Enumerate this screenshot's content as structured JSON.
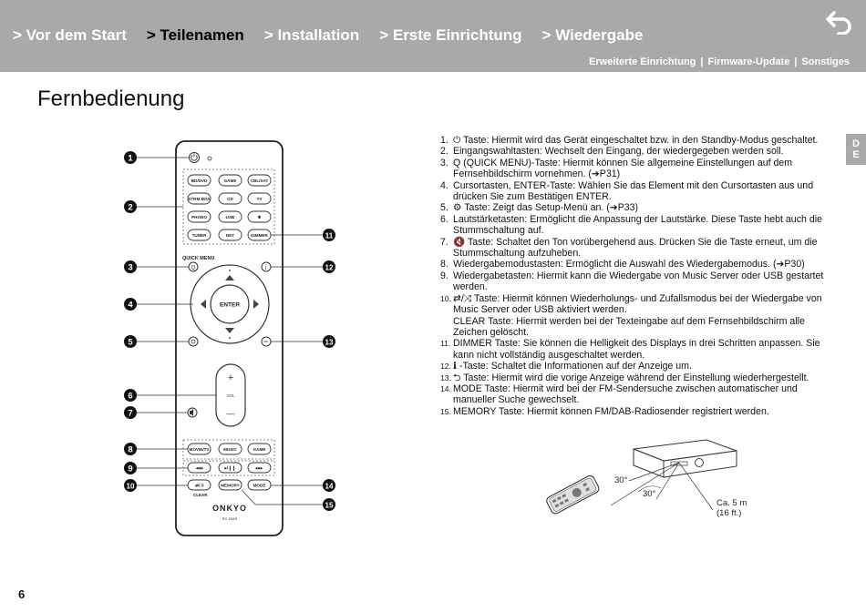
{
  "header": {
    "nav": [
      {
        "label": "> Vor dem Start",
        "active": false
      },
      {
        "label": "> Teilenamen",
        "active": true
      },
      {
        "label": "> Installation",
        "active": false
      },
      {
        "label": "> Erste Einrichtung",
        "active": false
      },
      {
        "label": "> Wiedergabe",
        "active": false
      }
    ],
    "subnav": [
      "Erweiterte Einrichtung",
      "Firmware-Update",
      "Sonstiges"
    ],
    "subnav_separator": "|"
  },
  "side_tab": {
    "line1": "D",
    "line2": "E"
  },
  "page_title": "Fernbedienung",
  "page_number": "6",
  "remote": {
    "callouts": [
      "1",
      "2",
      "3",
      "4",
      "5",
      "6",
      "7",
      "8",
      "9",
      "10",
      "11",
      "12",
      "13",
      "14",
      "15"
    ],
    "input_buttons": [
      "BD/DVD",
      "GAME",
      "CBL/SAT",
      "STRM BOX",
      "CD",
      "TV",
      "PHONO",
      "USB",
      "✱",
      "TUNER",
      "NET",
      "DIMMER"
    ],
    "quick_menu_label": "QUICK MENU",
    "enter_label": "ENTER",
    "vol_label": "VOL",
    "vol_plus": "+",
    "vol_minus": "—",
    "mode_buttons": [
      "MOVIE/TV",
      "MUSIC",
      "GAME"
    ],
    "playback_buttons": [
      "◂◂◂",
      "▸/❙❙",
      "▸▸▸"
    ],
    "bottom_buttons": [
      "⇄/⤨",
      "MEMORY",
      "MODE"
    ],
    "clear_label": "CLEAR",
    "brand": "ONKYO",
    "model": "RC-934R"
  },
  "diagram": {
    "angle_left": "30°",
    "angle_right": "30°",
    "distance": "Ca. 5 m",
    "distance_ft": "(16 ft.)"
  },
  "descriptions": [
    {
      "num": "1.",
      "text": "⏻ Taste: Hiermit wird das Gerät eingeschaltet bzw. in den Standby-Modus geschaltet."
    },
    {
      "num": "2.",
      "text": "Eingangswahltasten: Wechselt den Eingang, der wiedergegeben werden soll."
    },
    {
      "num": "3.",
      "text": "Q (QUICK MENU)-Taste: Hiermit können Sie allgemeine Einstellungen auf dem Fernsehbildschirm vornehmen. (➔P31)"
    },
    {
      "num": "4.",
      "text": "Cursortasten, ENTER-Taste: Wählen Sie das Element mit den Cursortasten aus und drücken Sie zum Bestätigen ENTER."
    },
    {
      "num": "5.",
      "text": "⚙ Taste: Zeigt das Setup-Menü an. (➔P33)"
    },
    {
      "num": "6.",
      "text": "Lautstärketasten: Ermöglicht die Anpassung der Lautstärke. Diese Taste hebt auch die Stummschaltung auf."
    },
    {
      "num": "7.",
      "text": "🔇 Taste: Schaltet den Ton vorübergehend aus. Drücken Sie die Taste erneut, um die Stummschaltung aufzuheben."
    },
    {
      "num": "8.",
      "text": "Wiedergabemodustasten: Ermöglicht die Auswahl des Wiedergabemodus. (➔P30)"
    },
    {
      "num": "9.",
      "text": "Wiedergabetasten: Hiermit kann die Wiedergabe von Music Server oder USB gestartet werden."
    },
    {
      "num": "10.",
      "text": "⇄/⤨ Taste: Hiermit können Wiederholungs- und Zufallsmodus bei der Wiedergabe von Music Server oder USB aktiviert werden.\nCLEAR Taste: Hiermit werden bei der Texteingabe auf dem Fernsehbildschirm alle Zeichen gelöscht."
    },
    {
      "num": "11.",
      "text": "DIMMER Taste: Sie können die Helligkeit des Displays in drei Schritten anpassen. Sie kann nicht vollständig ausgeschaltet werden."
    },
    {
      "num": "12.",
      "text": "ℹ -Taste: Schaltet die Informationen auf der Anzeige um."
    },
    {
      "num": "13.",
      "text": "⮌ Taste: Hiermit wird die vorige Anzeige während der Einstellung wiederhergestellt."
    },
    {
      "num": "14.",
      "text": "MODE Taste: Hiermit wird bei der FM-Sendersuche zwischen automatischer und manueller Suche gewechselt."
    },
    {
      "num": "15.",
      "text": "MEMORY Taste: Hiermit können FM/DAB-Radiosender registriert werden."
    }
  ]
}
